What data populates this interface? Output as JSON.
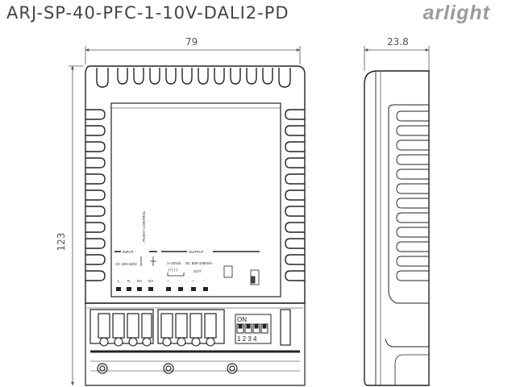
{
  "header": {
    "title": "ARJ-SP-40-PFC-1-10V-DALI2-PD",
    "brand": "arlight"
  },
  "dimensions": {
    "width": "79",
    "height": "123",
    "depth": "23.8"
  },
  "board_labels": {
    "input": "INPUT",
    "input_range": "AC 220-240V",
    "push_control": "PUSH+\nCONTROL",
    "output": "OUTPUT",
    "dim_signal": "1~10Vdc",
    "dim_signal_sub": "(+) (-)",
    "output_range": "DC 500-1050mA",
    "out": "OUT",
    "term_l": "L",
    "term_n": "N",
    "term_da1": "DA",
    "term_da2": "DA",
    "term_plus1": "+",
    "term_minus1": "-",
    "term_plus2": "+",
    "term_minus2": "-",
    "switch_on": "ON",
    "switch_nums": "1 2 3 4"
  }
}
